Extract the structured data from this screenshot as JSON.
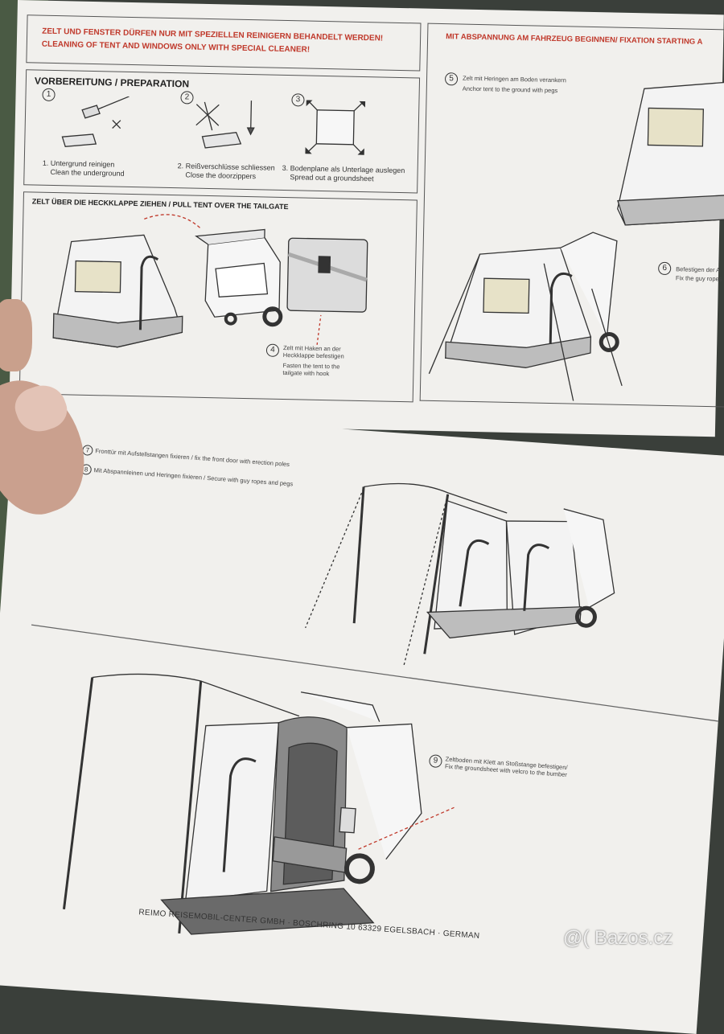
{
  "cleaning": {
    "line_de": "ZELT UND FENSTER DÜRFEN NUR MIT SPEZIELLEN REINIGERN BEHANDELT WERDEN!",
    "line_en": "CLEANING OF TENT AND WINDOWS ONLY WITH SPECIAL CLEANER!"
  },
  "preparation": {
    "title": "VORBEREITUNG / PREPARATION",
    "steps": [
      {
        "num": "1",
        "de": "1. Untergrund reinigen",
        "en": "Clean the underground"
      },
      {
        "num": "2",
        "de": "2. Reißverschlüsse schliessen",
        "en": "Close the doorzippers"
      },
      {
        "num": "3",
        "de": "3. Bodenplane als Unterlage auslegen",
        "en": "Spread out a groundsheet"
      }
    ]
  },
  "tailgate": {
    "title": "ZELT ÜBER DIE HECKKLAPPE ZIEHEN / PULL TENT OVER THE TAILGATE",
    "step_num": "4",
    "de_1": "Zelt mit Haken an der",
    "de_2": "Heckklappe befestigen",
    "en_1": "Fasten the tent to the",
    "en_2": "tailgate with hook"
  },
  "fixation": {
    "title": "MIT ABSPANNUNG AM FAHRZEUG BEGINNEN/ FIXATION STARTING A",
    "step5_num": "5",
    "step5_de": "Zelt mit Heringen am Boden verankern",
    "step5_en": "Anchor tent to the ground with pegs",
    "step6_num": "6",
    "step6_de": "Befestigen der A",
    "step6_en": "Fix the guy ropes"
  },
  "lower": {
    "step7_num": "7",
    "step7_text": "Fronttür mit Aufstellstangen fixieren / fix the front door with erection poles",
    "step8_num": "8",
    "step8_text": "Mit Abspannleinen und Heringen fixieren / Secure with guy ropes and pegs",
    "step9_num": "9",
    "step9_de": "Zeltboden mit Klett an Stoßstange befestigen/",
    "step9_en": "Fix the groundsheet with velcro to the bumber",
    "footer": "REIMO REISEMOBIL-CENTER GMBH · BOSCHRING 10 63329 EGELSBACH · GERMAN"
  },
  "watermark": "@( Bazos.cz"
}
